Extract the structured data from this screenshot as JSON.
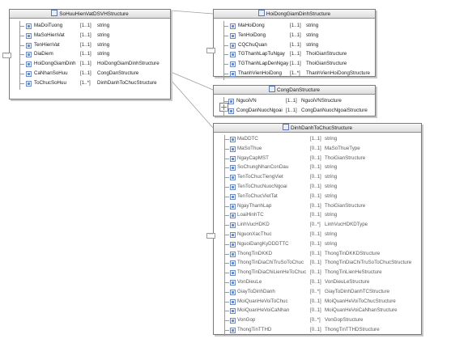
{
  "boxes": [
    {
      "id": "sohuu",
      "title": "SoHuuHienVatDSVHStructure",
      "rows": [
        {
          "name": "MaDoiTuong",
          "mult": "[1..1]",
          "type": "string"
        },
        {
          "name": "MaSoHienVat",
          "mult": "[1..1]",
          "type": "string"
        },
        {
          "name": "TenHienVat",
          "mult": "[1..1]",
          "type": "string"
        },
        {
          "name": "DiaDiem",
          "mult": "[1..1]",
          "type": "string"
        },
        {
          "name": "HoiDongGiamDinh",
          "mult": "[1..1]",
          "type": "HoiDongGiamDinhStructure"
        },
        {
          "name": "CaNhanSoHuu",
          "mult": "[1..1]",
          "type": "CongDanStructure"
        },
        {
          "name": "ToChucSoHuu",
          "mult": "[1..*]",
          "type": "DinhDanhToChucStructure"
        }
      ]
    },
    {
      "id": "hoidong",
      "title": "HoiDongGiamDinhStructure",
      "rows": [
        {
          "name": "MaHoiDong",
          "mult": "[1..1]",
          "type": "string"
        },
        {
          "name": "TenHoiDong",
          "mult": "[1..1]",
          "type": "string"
        },
        {
          "name": "CQChuQuan",
          "mult": "[1..1]",
          "type": "string"
        },
        {
          "name": "TGThanhLapTuNgay",
          "mult": "[1..1]",
          "type": "ThoiGianStructure"
        },
        {
          "name": "TGThanhLapDenNgay",
          "mult": "[1..1]",
          "type": "ThoiGianStructure"
        },
        {
          "name": "ThanhVienHoiDong",
          "mult": "[1..*]",
          "type": "ThanhVienHoiDongStructure"
        }
      ]
    },
    {
      "id": "congdan",
      "title": "CongDanStructure",
      "rows": [
        {
          "name": "NguoiVN",
          "mult": "[1..1]",
          "type": "NguoiVNStructure"
        },
        {
          "name": "CongDanNuocNgoai",
          "mult": "[1..1]",
          "type": "CongDanNuocNgoaiStructure"
        }
      ]
    },
    {
      "id": "dinhdanh",
      "title": "DinhDanhToChucStructure",
      "rows": [
        {
          "name": "MaDDTC",
          "mult": "[1..1]",
          "type": "string"
        },
        {
          "name": "MaSoThue",
          "mult": "[0..1]",
          "type": "MaSoThueType"
        },
        {
          "name": "NgayCapMST",
          "mult": "[0..1]",
          "type": "ThoiGianStructure"
        },
        {
          "name": "SoChungNhanConDau",
          "mult": "[0..1]",
          "type": "string"
        },
        {
          "name": "TenToChucTiengViet",
          "mult": "[0..1]",
          "type": "string"
        },
        {
          "name": "TenToChucNuocNgoai",
          "mult": "[0..1]",
          "type": "string"
        },
        {
          "name": "TenToChucVietTat",
          "mult": "[0..1]",
          "type": "string"
        },
        {
          "name": "NgayThanhLap",
          "mult": "[0..1]",
          "type": "ThoiGianStructure"
        },
        {
          "name": "LoaiHinhTC",
          "mult": "[0..1]",
          "type": "string"
        },
        {
          "name": "LinhVucHDKD",
          "mult": "[0..*]",
          "type": "LinhVucHDKDType"
        },
        {
          "name": "NguonXacThuc",
          "mult": "[0..1]",
          "type": "string"
        },
        {
          "name": "NguoiDangKyDDDTTC",
          "mult": "[0..1]",
          "type": "string"
        },
        {
          "name": "ThongTinDKKD",
          "mult": "[0..1]",
          "type": "ThongTinDKKDStructure"
        },
        {
          "name": "ThongTinDiaChiTruSoToChuc",
          "mult": "[0..1]",
          "type": "ThongTinDiaChiTruSoToChucStructure"
        },
        {
          "name": "ThongTinDiaChiLienHeToChuc",
          "mult": "[0..1]",
          "type": "ThongTinLienHeStructure"
        },
        {
          "name": "VonDieuLe",
          "mult": "[0..1]",
          "type": "VonDieuLeStructure"
        },
        {
          "name": "GiayToDinhDanh",
          "mult": "[0..*]",
          "type": "GiayToDinhDanhTCStructure"
        },
        {
          "name": "MoiQuanHeVoiToChuc",
          "mult": "[0..1]",
          "type": "MoiQuanHeVoiToChucStructure"
        },
        {
          "name": "MoiQuanHeVoiCaNhan",
          "mult": "[0..1]",
          "type": "MoiQuanHeVoiCaNhanStructure"
        },
        {
          "name": "VonGop",
          "mult": "[0..*]",
          "type": "VonGopStructure"
        },
        {
          "name": "ThongTinTTHD",
          "mult": "[0..1]",
          "type": "ThongTinTTHDStructure"
        }
      ]
    }
  ],
  "colors": {
    "border": "#7a7a7a",
    "connector": "#a0a0a0",
    "element_icon": "#6e8ac0",
    "selected_icon": "#d06a00"
  }
}
